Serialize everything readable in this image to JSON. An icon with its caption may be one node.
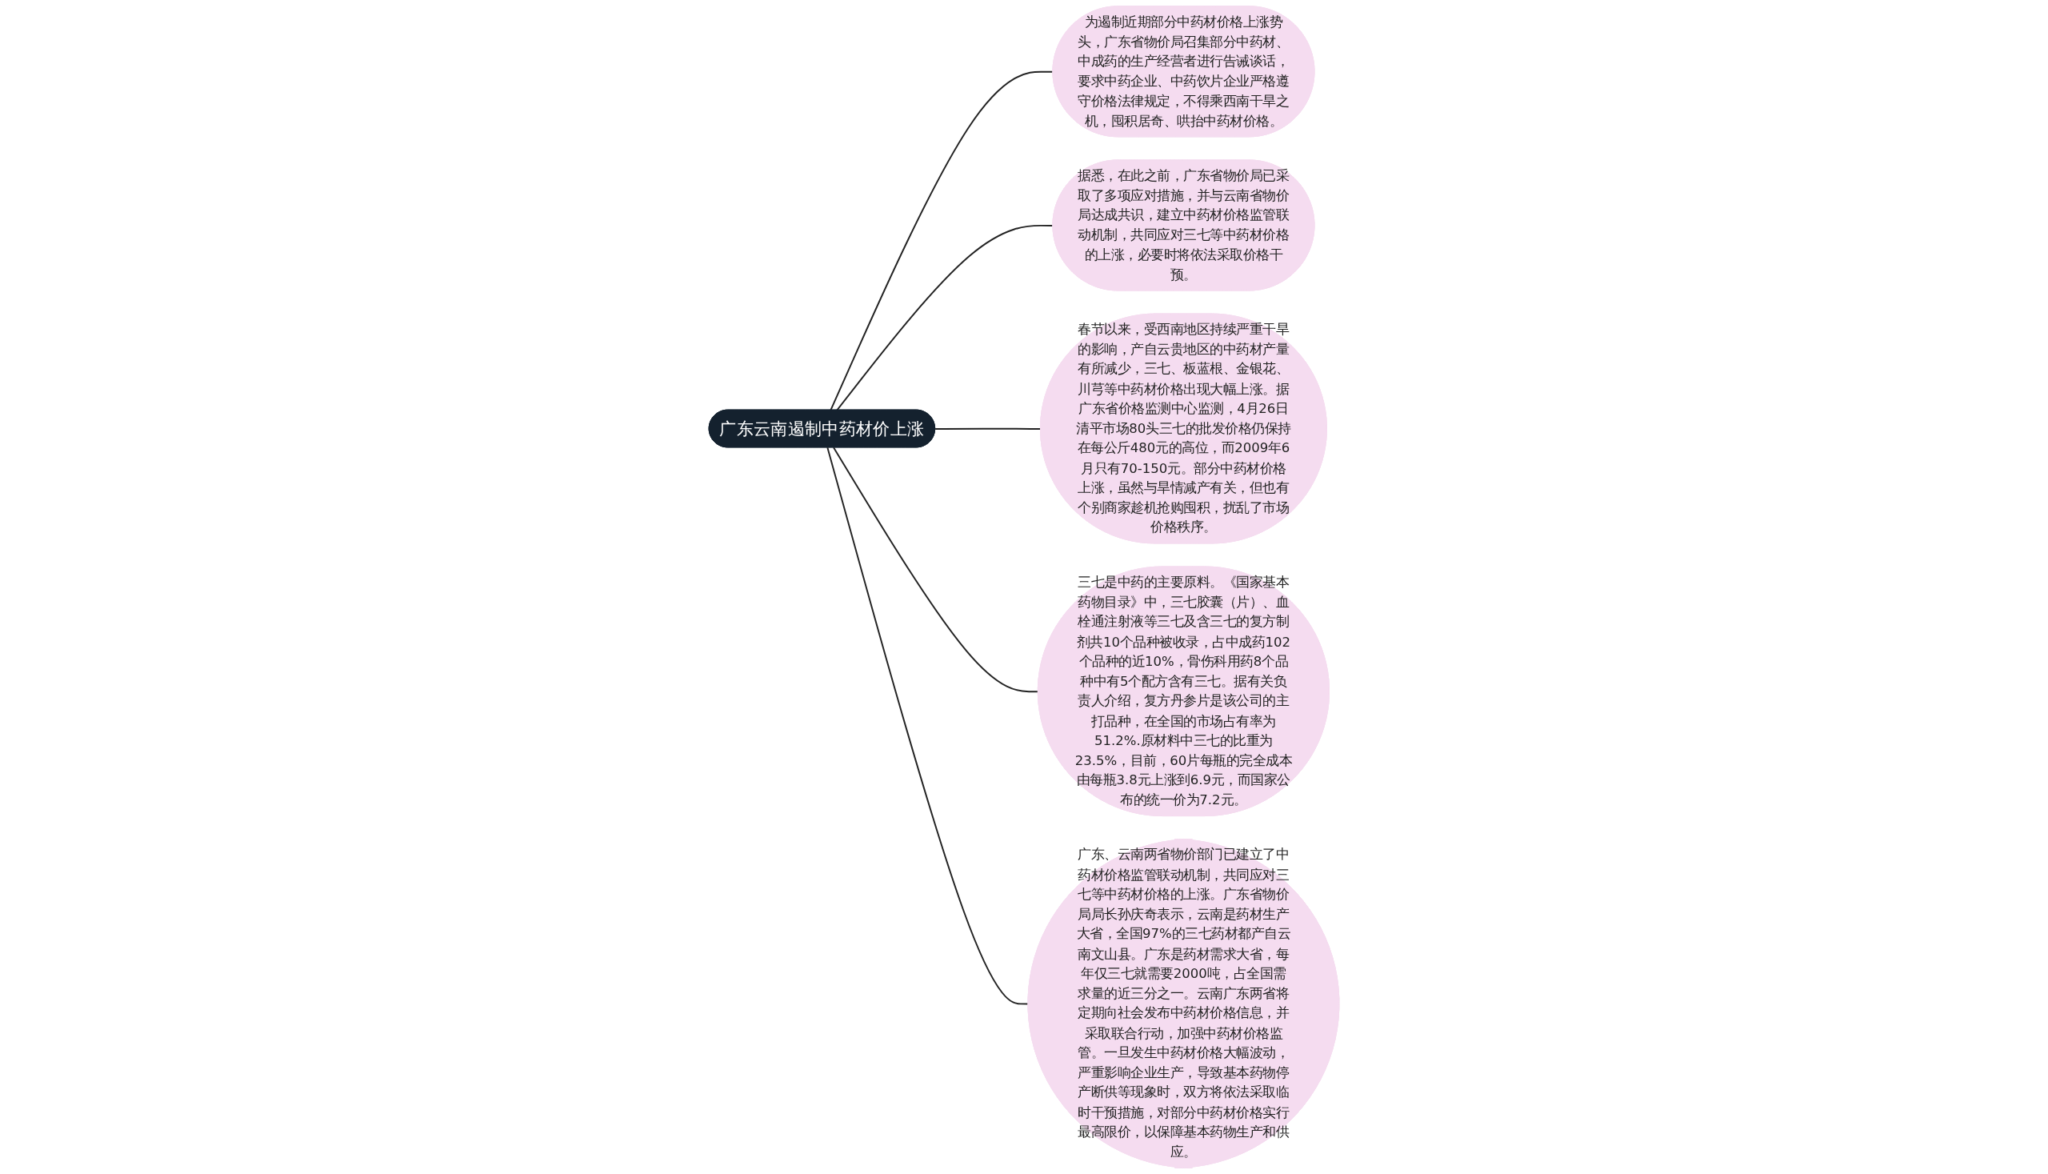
{
  "diagram": {
    "nodes": [
      {
        "text": [
          "广东云南遏制中药材价上涨"
        ]
      },
      {
        "text": [
          "为遏制近期部分中药材价格上涨势头，广东省物价局召集部分中药材、中成药的生产经营者进行告诫谈话，要求中药企业、中药饮片企业严格遵守价格法律规定，不得乘西南干旱之机，囤积居奇、哄抬中药材价格。"
        ]
      },
      {
        "text": [
          "据悉，在此之前，广东省物价局已采取了多项应对措施，并与云南省物价局达成共识，建立中药材价格监管联动机制，共同应对三七等中药材价格的上涨，必要时将依法采取价格干预。"
        ]
      },
      {
        "text": [
          "春节以来，受西南地区持续严重干旱的影响，产自云贵地区的中药材产量有所减少，三七、板蓝根、金银花、川芎等中药材价格出现大幅上涨。据广东省价格监测中心监测，4月26日清平市场80头三七的批发价格仍保持在每公斤480元的高位，而2009年6月只有70-150元。部分中药材价格上涨，虽然与旱情减产有关，但也有个别商家趁机抢购囤积，扰乱了市场价格秩序。"
        ]
      },
      {
        "text": [
          "三七是中药的主要原料。《国家基本药物目录》中，三七胶囊（片）、血栓通注射液等三七及含三七的复方制剂共10个品种被收录，占中成药102个品种的近10%，骨伤科用药8个品种中有5个配方含有三七。据有关负责人介绍，复方丹参片是该公司的主打品种，在全国的市场占有率为51.2%.原材料中三七的比重为23.5%，目前，60片每瓶的完全成本由每瓶3.8元上涨到6.9元，而国家公布的统一价为7.2元。"
        ]
      },
      {
        "text": [
          "广东、云南两省物价部门已建立了中药材价格监管联动机制，共同应对三七等中药材价格的上涨。广东省物价局局长孙庆奇表示，云南是药材生产大省，全国97%的三七药材都产自云南文山县。广东是药材需求大省，每年仅三七就需要2000吨，占全国需求量的近三分之一。云南广东两省将定期向社会发布中药材价格信息，并采取联合行动，加强中药材价格监管。一旦发生中药材价格大幅波动，严重影响企业生产，导致基本药物停产断供等现象时，双方将依法采取临时干预措施，对部分中药材价格实行最高限价，以保障基本药物生产和供应。"
        ]
      }
    ],
    "edges": [
      {
        "from": 0,
        "to": 1,
        "arrow": "none"
      },
      {
        "from": 0,
        "to": 2,
        "arrow": "none"
      },
      {
        "from": 0,
        "to": 3,
        "arrow": "none"
      },
      {
        "from": 0,
        "to": 4,
        "arrow": "none"
      },
      {
        "from": 0,
        "to": 5,
        "arrow": "none"
      }
    ]
  }
}
